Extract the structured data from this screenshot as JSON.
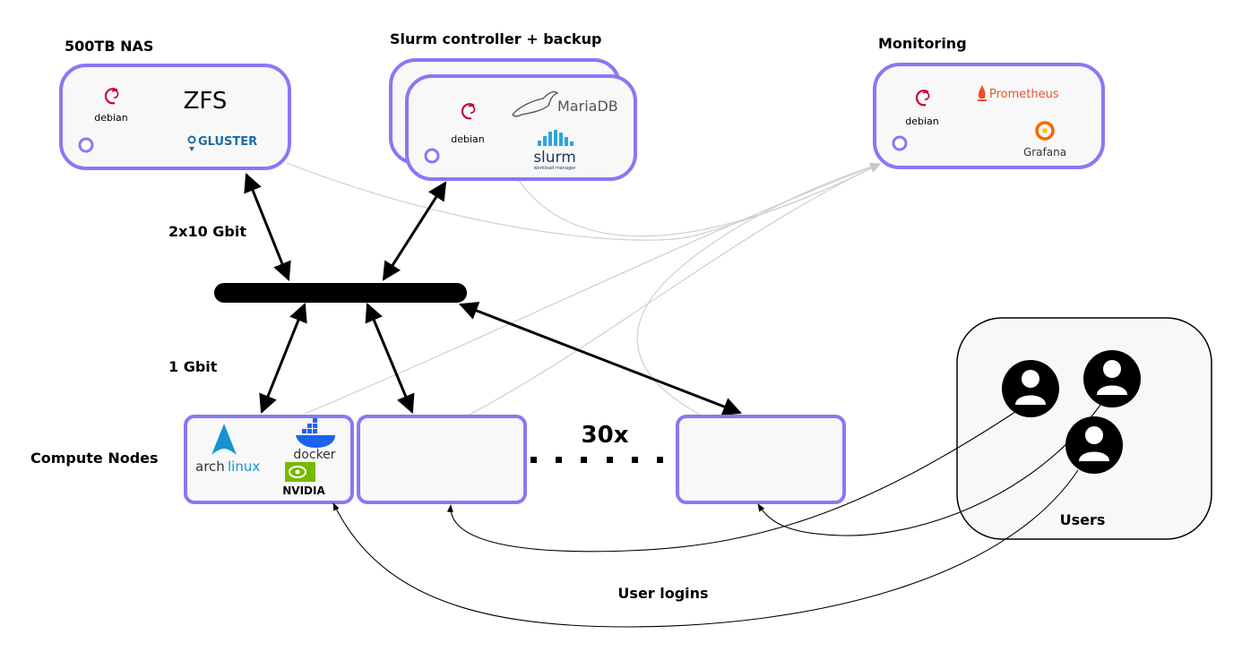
{
  "nas": {
    "title": "500TB NAS",
    "debian": "debian",
    "zfs": "ZFS",
    "gluster": "GLUSTER"
  },
  "slurm": {
    "title": "Slurm controller + backup",
    "debian": "debian",
    "mariadb": "MariaDB",
    "slurm_name": "slurm",
    "slurm_sub": "workload manager"
  },
  "monitoring": {
    "title": "Monitoring",
    "debian": "debian",
    "prometheus": "Prometheus",
    "grafana": "Grafana"
  },
  "links": {
    "uplink_speed": "2x10 Gbit",
    "node_speed": "1 Gbit"
  },
  "compute": {
    "title": "Compute Nodes",
    "arch_a": "arch",
    "arch_b": "linux",
    "docker": "docker",
    "nvidia": "NVIDIA",
    "multiplier": "30x"
  },
  "users": {
    "title": "Users",
    "logins_label": "User logins"
  },
  "colors": {
    "accent": "#8a77f5",
    "box_fill": "#f8f8f8",
    "debian": "#c70036",
    "prometheus": "#e6522c",
    "grafana": "#f46800",
    "docker": "#1d63ed",
    "nvidia": "#76b900",
    "arch": "#1793d1",
    "gluster": "#1c6ea4",
    "slurm": "#2aa7dd"
  }
}
